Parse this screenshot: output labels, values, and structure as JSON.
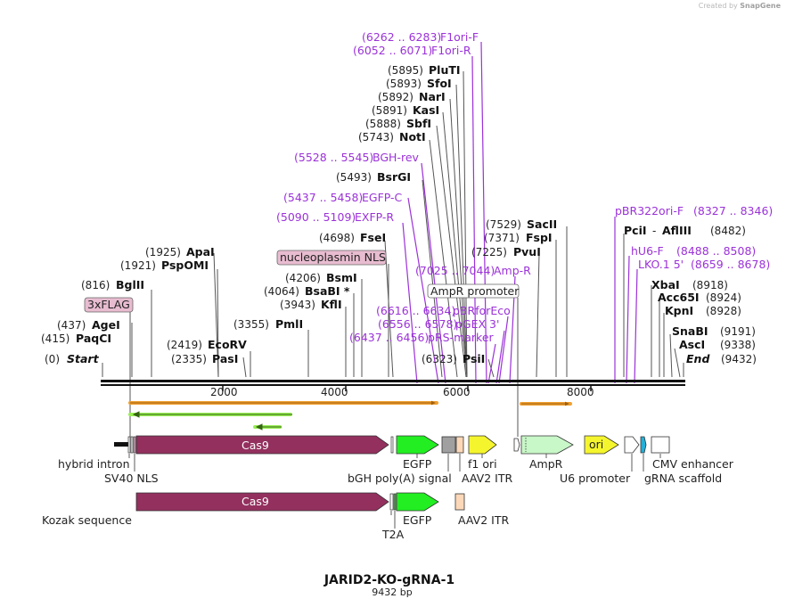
{
  "credit": {
    "prefix": "Created by",
    "brand": "SnapGene"
  },
  "title": "JARID2-KO-gRNA-1",
  "length_label": "9432 bp",
  "ruler_ticks": [
    "2000",
    "4000",
    "6000",
    "8000"
  ],
  "sites": [
    {
      "pos": "(0)",
      "name": "Start"
    },
    {
      "pos": "(415)",
      "name": "PaqCI"
    },
    {
      "pos": "(437)",
      "name": "AgeI"
    },
    {
      "pos": "(816)",
      "name": "BglII"
    },
    {
      "pos": "(1921)",
      "name": "PspOMI"
    },
    {
      "pos": "(1925)",
      "name": "ApaI"
    },
    {
      "pos": "(2335)",
      "name": "PasI"
    },
    {
      "pos": "(2419)",
      "name": "EcoRV"
    },
    {
      "pos": "(3355)",
      "name": "PmlI"
    },
    {
      "pos": "(3943)",
      "name": "KflI"
    },
    {
      "pos": "(4064)",
      "name": "BsaBI *"
    },
    {
      "pos": "(4206)",
      "name": "BsmI"
    },
    {
      "pos": "(4698)",
      "name": "FseI"
    },
    {
      "pos": "(5493)",
      "name": "BsrGI"
    },
    {
      "pos": "(5743)",
      "name": "NotI"
    },
    {
      "pos": "(5888)",
      "name": "SbfI"
    },
    {
      "pos": "(5891)",
      "name": "KasI"
    },
    {
      "pos": "(5892)",
      "name": "NarI"
    },
    {
      "pos": "(5893)",
      "name": "SfoI"
    },
    {
      "pos": "(5895)",
      "name": "PluTI"
    },
    {
      "pos": "(6323)",
      "name": "PsiI"
    },
    {
      "pos": "(7225)",
      "name": "PvuI"
    },
    {
      "pos": "(7371)",
      "name": "FspI"
    },
    {
      "pos": "(7529)",
      "name": "SacII"
    },
    {
      "pos": "(8482)",
      "name": "PciI"
    },
    {
      "pos": "AflIII",
      "name": ""
    },
    {
      "pos": "(8918)",
      "name": "XbaI"
    },
    {
      "pos": "(8924)",
      "name": "Acc65I"
    },
    {
      "pos": "(8928)",
      "name": "KpnI"
    },
    {
      "pos": "(9191)",
      "name": "SnaBI"
    },
    {
      "pos": "(9338)",
      "name": "AscI"
    },
    {
      "pos": "(9432)",
      "name": "End"
    }
  ],
  "primers": [
    {
      "range": "(6262 .. 6283)",
      "name": "F1ori-F"
    },
    {
      "range": "(6052 .. 6071)",
      "name": "F1ori-R"
    },
    {
      "range": "(5528 .. 5545)",
      "name": "BGH-rev"
    },
    {
      "range": "(5437 .. 5458)",
      "name": "EGFP-C"
    },
    {
      "range": "(5090 .. 5109)",
      "name": "EXFP-R"
    },
    {
      "range": "(7025 .. 7044)",
      "name": "Amp-R"
    },
    {
      "range": "(6616 .. 6634)",
      "name": "pBRforEco"
    },
    {
      "range": "(6556 .. 6578)",
      "name": "pGEX 3'"
    },
    {
      "range": "(6437 .. 6456)",
      "name": "pRS-marker"
    },
    {
      "range": "(8327 .. 8346)",
      "name": "pBR322ori-F"
    },
    {
      "range": "(8488 .. 8508)",
      "name": "hU6-F"
    },
    {
      "range": "(8659 .. 8678)",
      "name": "LKO.1 5'"
    }
  ],
  "boxed": {
    "flag": "3xFLAG",
    "nls": "nucleoplasmin NLS",
    "amp_promoter": "AmpR promoter"
  },
  "features": {
    "cas9_top": "Cas9",
    "cas9_bottom": "Cas9",
    "ori": "ori"
  },
  "feature_labels": [
    "hybrid intron",
    "SV40 NLS",
    "EGFP",
    "bGH poly(A) signal",
    "f1 ori",
    "AAV2 ITR",
    "AmpR",
    "U6 promoter",
    "gRNA scaffold",
    "CMV enhancer",
    "Kozak sequence",
    "EGFP",
    "T2A",
    "AAV2 ITR"
  ],
  "colors": {
    "cas9": "#93305e",
    "egfp": "#22ee22",
    "f1ori": "#f5f52e",
    "ori": "#f5f52e",
    "ampr": "#c8f7c8",
    "primer": "#9b32d8",
    "orf": "#f0a030",
    "orf_green": "#66cc22",
    "itr": "#fcd8b8",
    "bgh": "#a0a0a0",
    "nls": "#e8bcd0",
    "cyan": "#22b0d8"
  }
}
